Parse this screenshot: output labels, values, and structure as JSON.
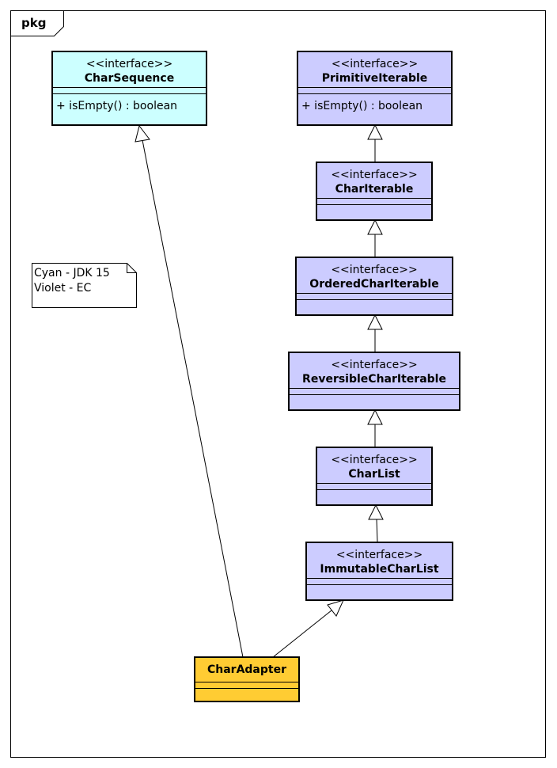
{
  "diagram": {
    "package_label": "pkg",
    "note": {
      "lines": [
        "Cyan - JDK 15",
        "Violet - EC"
      ]
    },
    "classes": [
      {
        "id": "charsequence",
        "stereotype": "<<interface>>",
        "name": "CharSequence",
        "operations": [
          "+ isEmpty() : boolean"
        ],
        "color": "#ccffff"
      },
      {
        "id": "primitiveiterable",
        "stereotype": "<<interface>>",
        "name": "PrimitiveIterable",
        "operations": [
          "+ isEmpty() : boolean"
        ],
        "color": "#ccccff"
      },
      {
        "id": "chariterable",
        "stereotype": "<<interface>>",
        "name": "CharIterable",
        "operations": [],
        "color": "#ccccff"
      },
      {
        "id": "orderedchariterable",
        "stereotype": "<<interface>>",
        "name": "OrderedCharIterable",
        "operations": [],
        "color": "#ccccff"
      },
      {
        "id": "reversiblechariterable",
        "stereotype": "<<interface>>",
        "name": "ReversibleCharIterable",
        "operations": [],
        "color": "#ccccff"
      },
      {
        "id": "charlist",
        "stereotype": "<<interface>>",
        "name": "CharList",
        "operations": [],
        "color": "#ccccff"
      },
      {
        "id": "immutablecharlist",
        "stereotype": "<<interface>>",
        "name": "ImmutableCharList",
        "operations": [],
        "color": "#ccccff"
      },
      {
        "id": "charadapter",
        "stereotype": "",
        "name": "CharAdapter",
        "operations": [],
        "color": "#ffcc33"
      }
    ],
    "relations": [
      {
        "from": "CharIterable",
        "to": "PrimitiveIterable",
        "type": "generalization"
      },
      {
        "from": "OrderedCharIterable",
        "to": "CharIterable",
        "type": "generalization"
      },
      {
        "from": "ReversibleCharIterable",
        "to": "OrderedCharIterable",
        "type": "generalization"
      },
      {
        "from": "CharList",
        "to": "ReversibleCharIterable",
        "type": "generalization"
      },
      {
        "from": "ImmutableCharList",
        "to": "CharList",
        "type": "generalization"
      },
      {
        "from": "CharAdapter",
        "to": "ImmutableCharList",
        "type": "generalization"
      },
      {
        "from": "CharAdapter",
        "to": "CharSequence",
        "type": "generalization"
      }
    ]
  }
}
